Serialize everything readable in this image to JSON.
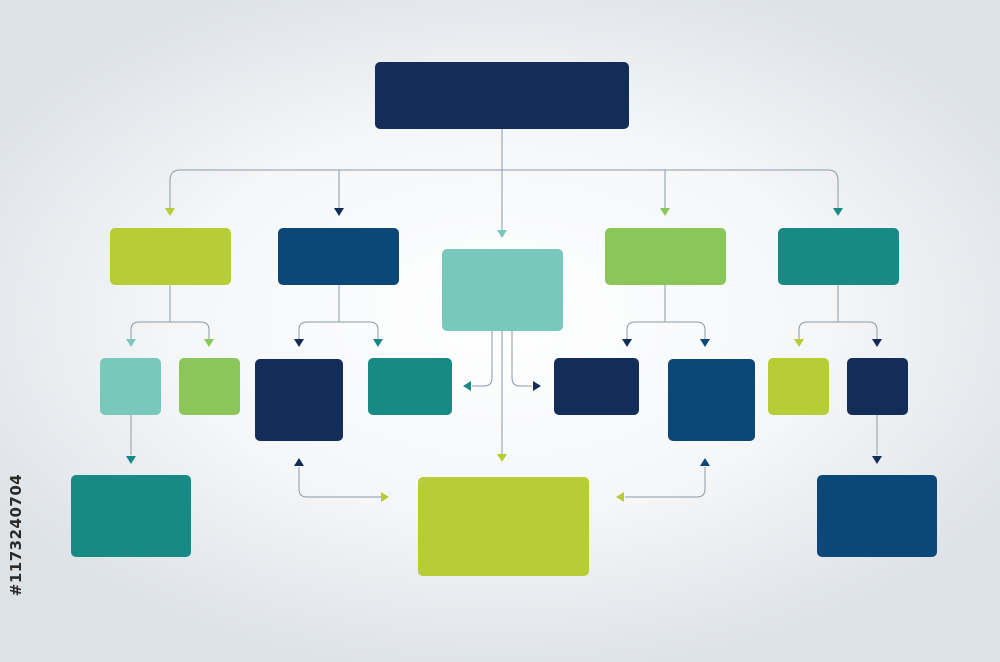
{
  "watermark": {
    "stock_id": "#117324070 4",
    "stock_id_exact": "#1173240704"
  },
  "colors": {
    "navy": "#142d58",
    "blue": "#0b4878",
    "lime": "#b6cd35",
    "green": "#8ac65a",
    "mint": "#78c9bb",
    "teal": "#178a86",
    "line": "#8c9aa6"
  },
  "diagram": {
    "nodes": [
      {
        "id": "root",
        "color": "navy"
      },
      {
        "id": "l1-a",
        "color": "lime"
      },
      {
        "id": "l1-b",
        "color": "blue"
      },
      {
        "id": "l1-c",
        "color": "mint"
      },
      {
        "id": "l1-d",
        "color": "green"
      },
      {
        "id": "l1-e",
        "color": "teal"
      },
      {
        "id": "l2-a1",
        "color": "mint"
      },
      {
        "id": "l2-a2",
        "color": "green"
      },
      {
        "id": "l2-b1",
        "color": "navy"
      },
      {
        "id": "l2-b2",
        "color": "teal"
      },
      {
        "id": "l2-d1",
        "color": "navy"
      },
      {
        "id": "l2-d2",
        "color": "blue"
      },
      {
        "id": "l2-e1",
        "color": "lime"
      },
      {
        "id": "l2-e2",
        "color": "navy"
      },
      {
        "id": "l3-a",
        "color": "teal"
      },
      {
        "id": "l3-center",
        "color": "lime"
      },
      {
        "id": "l3-e",
        "color": "blue"
      }
    ]
  }
}
